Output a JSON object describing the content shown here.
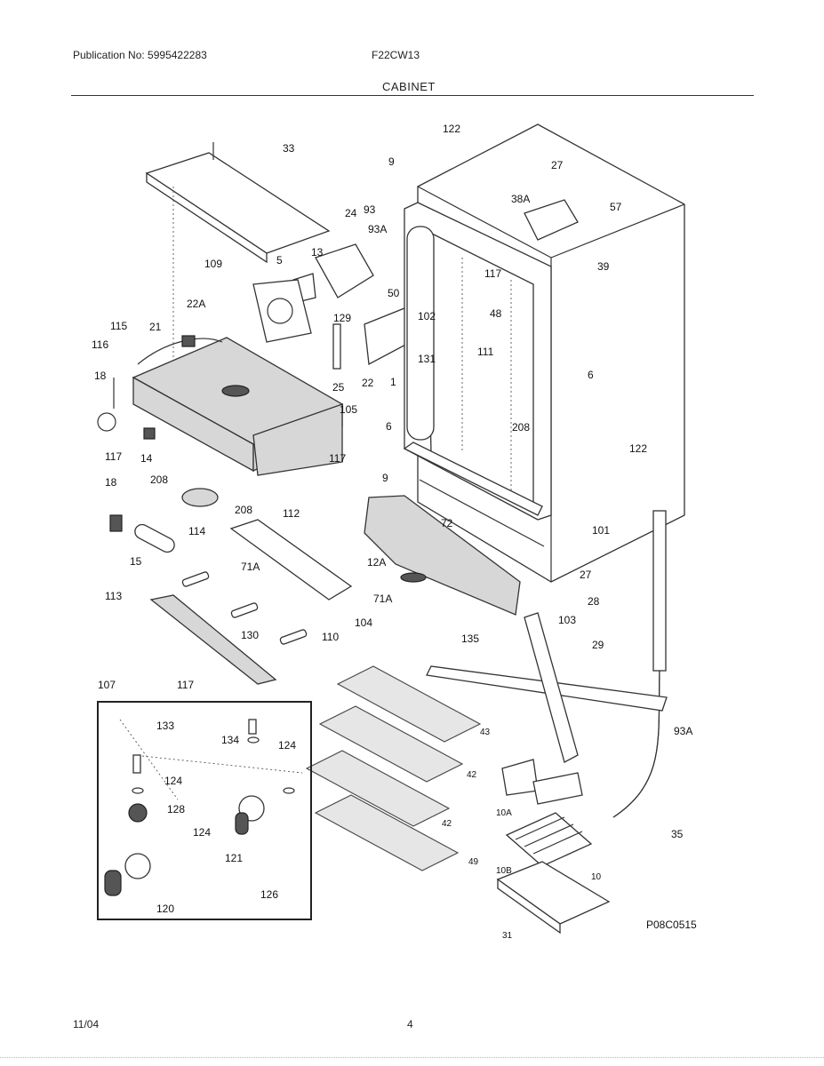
{
  "header": {
    "publication": "Publication No: 5995422283",
    "model": "F22CW13",
    "section": "CABINET"
  },
  "footer": {
    "date": "11/04",
    "page": "4"
  },
  "diagram": {
    "code": "P08C0515",
    "callouts": {
      "c33": "33",
      "c24": "24",
      "c93": "93",
      "c93A": "93A",
      "c13": "13",
      "c5": "5",
      "c50": "50",
      "c109": "109",
      "c22A": "22A",
      "c129": "129",
      "c115": "115",
      "c21": "21",
      "c116": "116",
      "c18a": "18",
      "c25": "25",
      "c22": "22",
      "c1": "1",
      "c105": "105",
      "c117a": "117",
      "c14": "14",
      "c117b": "117",
      "c208a": "208",
      "c18b": "18",
      "c114": "114",
      "c208b": "208",
      "c112": "112",
      "c15": "15",
      "c71Aa": "71A",
      "c113": "113",
      "c130": "130",
      "c110": "110",
      "c117c": "117",
      "c107": "107",
      "c122a": "122",
      "c9a": "9",
      "c27a": "27",
      "c38A": "38A",
      "c57": "57",
      "c39": "39",
      "c117d": "117",
      "c102": "102",
      "c48": "48",
      "c131": "131",
      "c111": "111",
      "c6a": "6",
      "c6b": "6",
      "c208c": "208",
      "c122b": "122",
      "c9b": "9",
      "c72": "72",
      "c101": "101",
      "c12A": "12A",
      "c27b": "27",
      "c28": "28",
      "c71Ab": "71A",
      "c103": "103",
      "c104": "104",
      "c135": "135",
      "c29": "29",
      "c43": "43",
      "c42a": "42",
      "c42b": "42",
      "c49": "49",
      "c93Ab": "93A",
      "c35": "35",
      "c10A": "10A",
      "c10B": "10B",
      "c10": "10",
      "c31": "31",
      "c133": "133",
      "c134": "134",
      "c124a": "124",
      "c124b": "124",
      "c128": "128",
      "c124c": "124",
      "c121": "121",
      "c126": "126",
      "c120": "120"
    }
  }
}
